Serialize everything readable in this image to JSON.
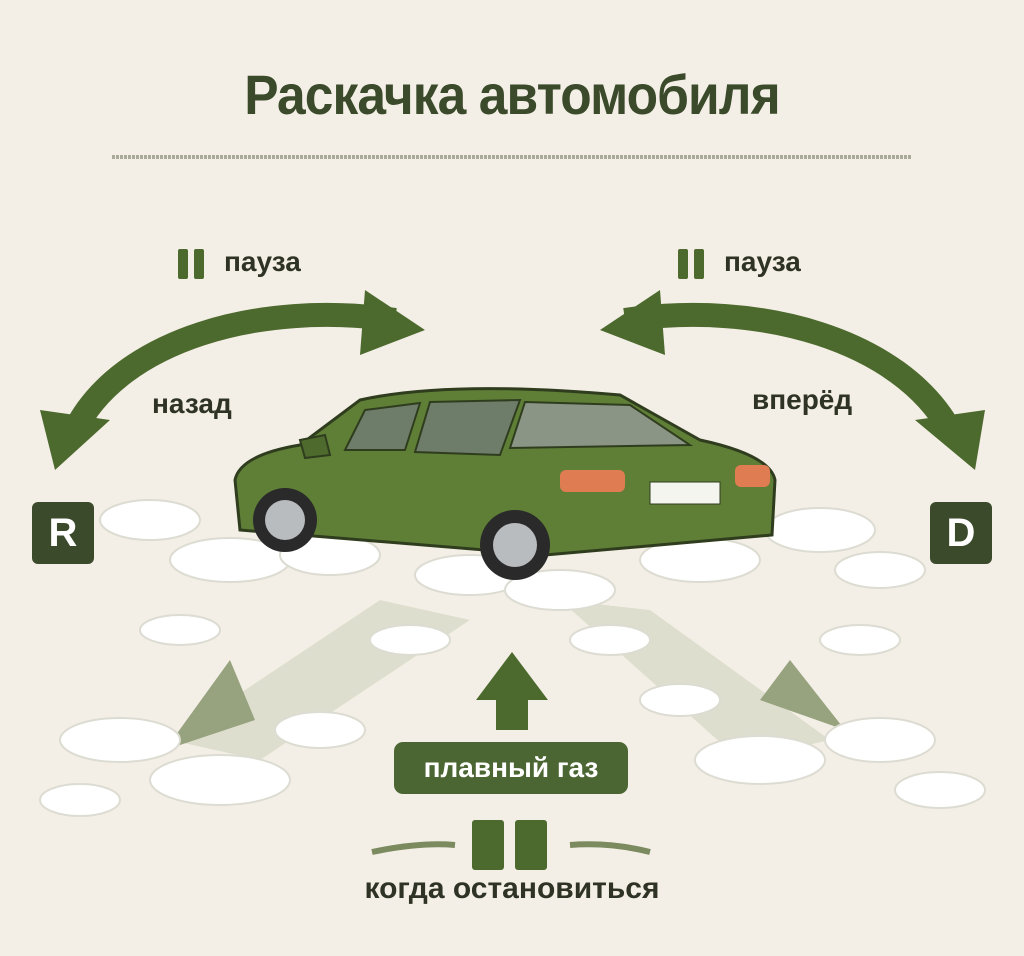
{
  "title": "Раскачка автомобиля",
  "left": {
    "pause_label": "пауза",
    "direction_label": "назад",
    "gear": "R"
  },
  "right": {
    "pause_label": "пауза",
    "direction_label": "вперёд",
    "gear": "D"
  },
  "throttle_label": "плавный газ",
  "stop_label": "когда остановиться",
  "colors": {
    "accent": "#4d6a2e",
    "text": "#2e3326",
    "background": "#f4efe6",
    "car": "#5f7f37"
  }
}
